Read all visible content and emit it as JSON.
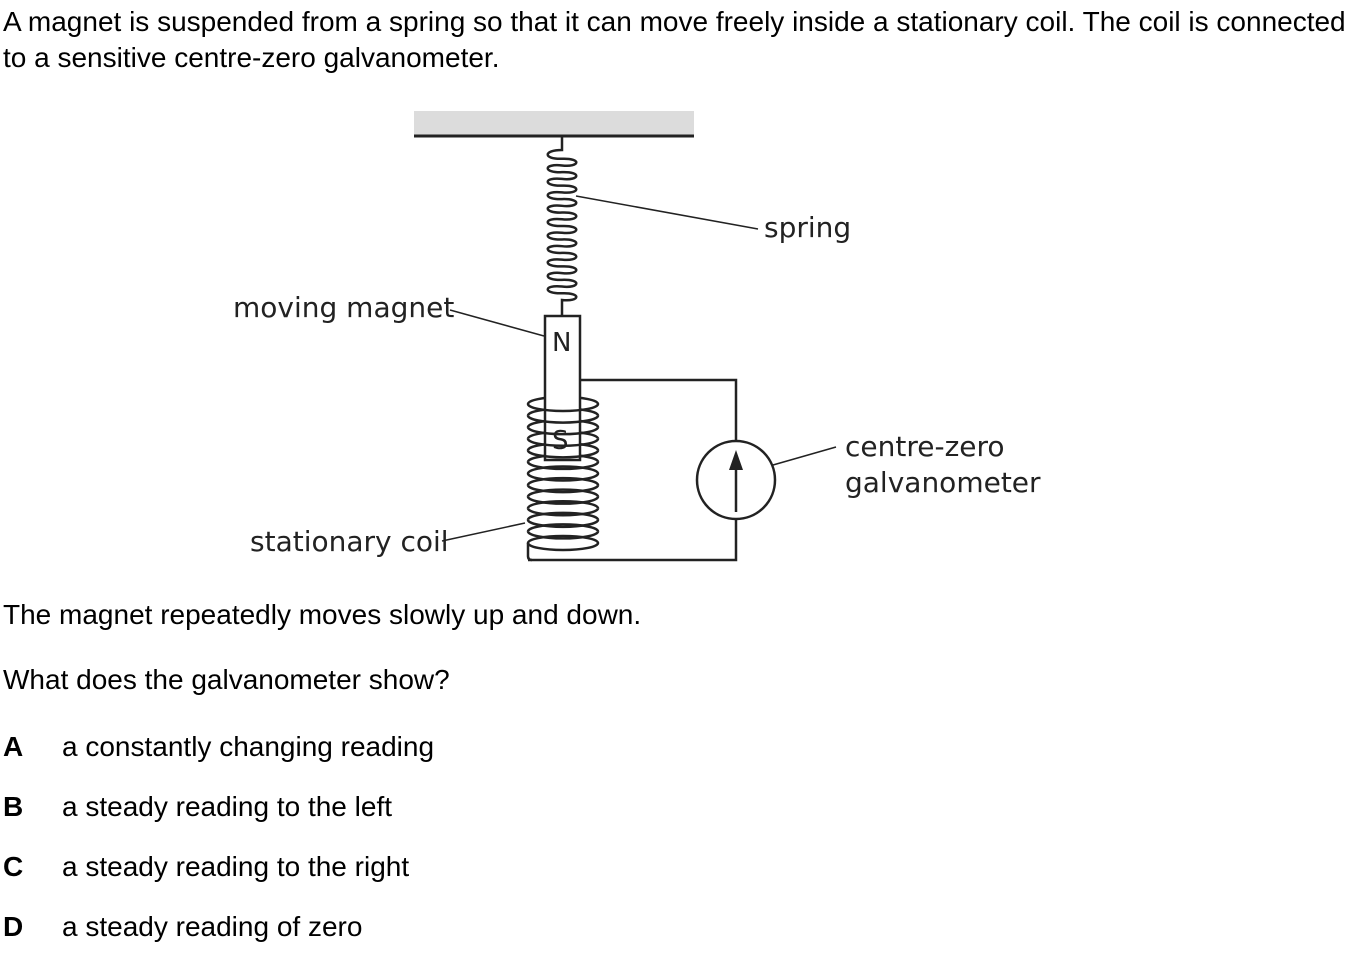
{
  "intro": "A magnet is suspended from a spring so that it can move freely inside a stationary coil. The coil is connected to a sensitive centre-zero galvanometer.",
  "diagram": {
    "labels": {
      "spring": "spring",
      "moving_magnet": "moving magnet",
      "stationary_coil": "stationary coil",
      "galvanometer_line1": "centre-zero",
      "galvanometer_line2": "galvanometer"
    },
    "poles": {
      "north": "N",
      "south": "S"
    }
  },
  "statement": "The magnet repeatedly moves slowly up and down.",
  "question": "What does the galvanometer show?",
  "options": [
    {
      "letter": "A",
      "text": "a constantly changing reading"
    },
    {
      "letter": "B",
      "text": "a steady reading to the left"
    },
    {
      "letter": "C",
      "text": "a steady reading to the right"
    },
    {
      "letter": "D",
      "text": "a steady reading of zero"
    }
  ]
}
